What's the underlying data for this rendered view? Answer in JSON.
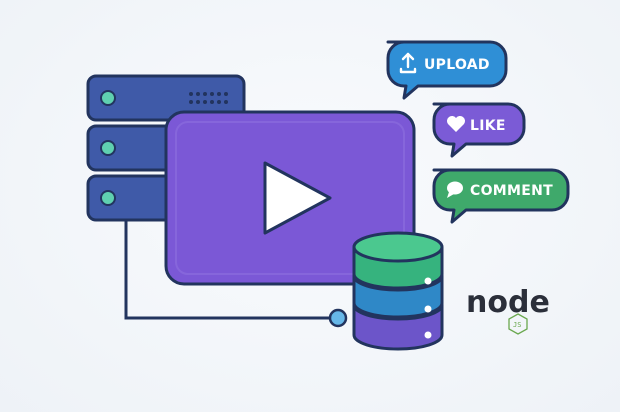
{
  "bubbles": {
    "upload": {
      "label": "UPLOAD",
      "icon": "upload-icon",
      "color": "#2f8fd6"
    },
    "like": {
      "label": "LIKE",
      "icon": "heart-icon",
      "color": "#7b5bd6"
    },
    "comment": {
      "label": "COMMENT",
      "icon": "chat-icon",
      "color": "#3fa96b"
    }
  },
  "logo": {
    "text": "node",
    "badge": "JS"
  },
  "colors": {
    "server": "#3f5aa8",
    "server_light": "#5a76c4",
    "video": "#7b58d6",
    "database_top": "#36b37e",
    "database_middle": "#2f88c7",
    "database_bottom": "#6c55c9",
    "outline": "#22345e"
  }
}
